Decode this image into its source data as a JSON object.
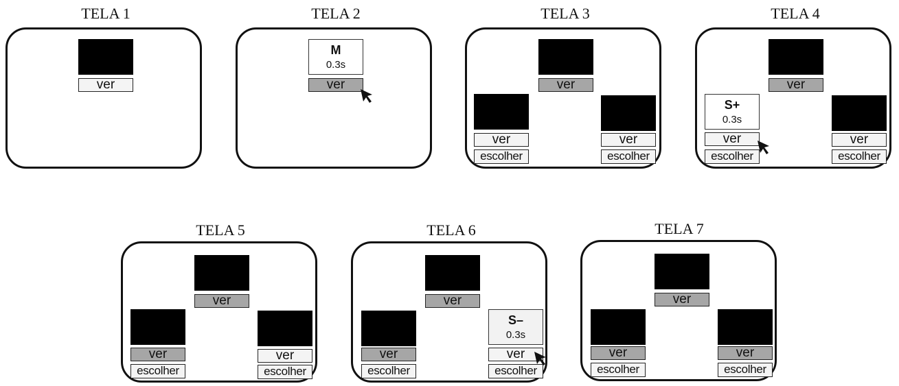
{
  "panels": [
    {
      "title": "TELA 1",
      "ver_label": "ver"
    },
    {
      "title": "TELA 2",
      "ver_label": "ver",
      "sample": {
        "label": "M",
        "duration": "0.3s"
      }
    },
    {
      "title": "TELA 3",
      "ver_label": "ver",
      "choose_label": "escolher"
    },
    {
      "title": "TELA 4",
      "ver_label": "ver",
      "choose_label": "escolher",
      "positive": {
        "label": "S+",
        "duration": "0.3s"
      }
    },
    {
      "title": "TELA 5",
      "ver_label": "ver",
      "choose_label": "escolher"
    },
    {
      "title": "TELA 6",
      "ver_label": "ver",
      "choose_label": "escolher",
      "negative": {
        "label": "S–",
        "duration": "0.3s"
      }
    },
    {
      "title": "TELA 7",
      "ver_label": "ver",
      "choose_label": "escolher"
    }
  ],
  "colors": {
    "stimulus": "#000000",
    "active_button": "#a6a6a6",
    "inactive_button": "#f4f4f4",
    "border": "#111111"
  },
  "icons": {
    "cursor": "arrow-cursor-icon"
  }
}
